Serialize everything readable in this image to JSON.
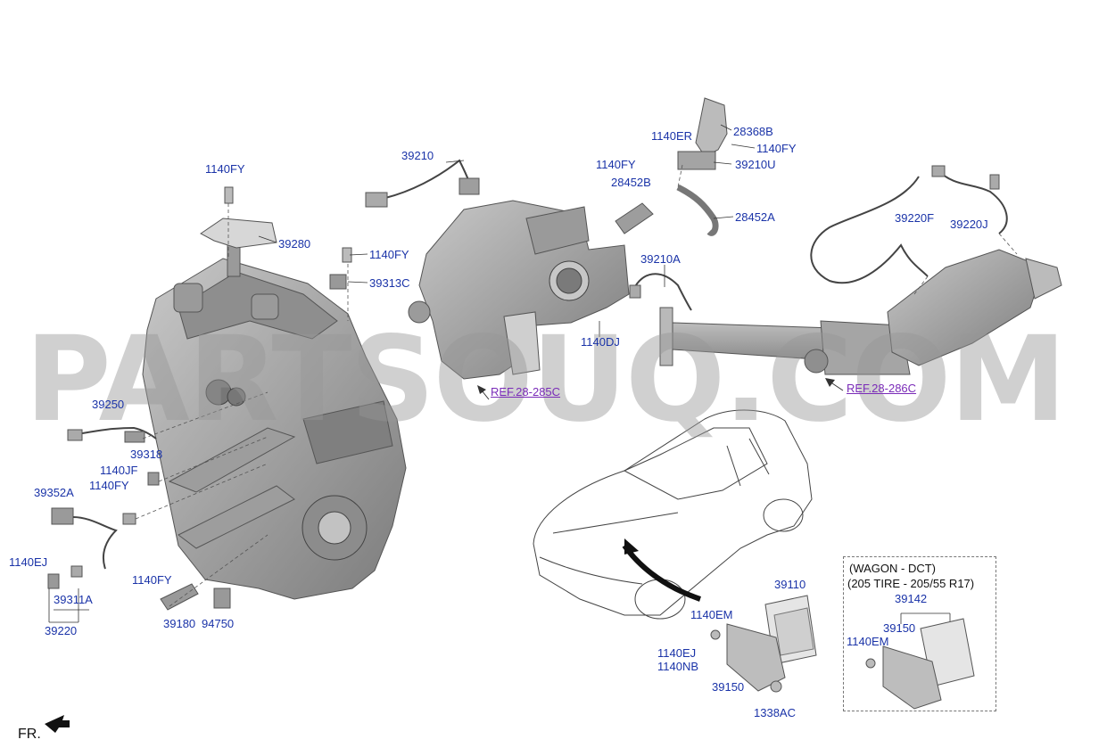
{
  "watermark": "PARTSOUQ.COM",
  "orientation": "FR.",
  "box_note": {
    "line1": "(WAGON - DCT)",
    "line2": "(205 TIRE - 205/55 R17)"
  },
  "refs": {
    "left": "REF.28-285C",
    "right": "REF.28-286C"
  },
  "labels": {
    "l_1140fy_top": "1140FY",
    "l_39280": "39280",
    "l_1140fy_mid": "1140FY",
    "l_39313c": "39313C",
    "l_39210": "39210",
    "l_1140er": "1140ER",
    "l_28368b": "28368B",
    "l_1140fy_r": "1140FY",
    "l_1140fy_l": "1140FY",
    "l_39210u": "39210U",
    "l_28452b": "28452B",
    "l_28452a": "28452A",
    "l_39220f": "39220F",
    "l_39220j": "39220J",
    "l_39210a": "39210A",
    "l_1140dj": "1140DJ",
    "l_39250": "39250",
    "l_39318": "39318",
    "l_1140jf": "1140JF",
    "l_1140fy_s": "1140FY",
    "l_39352a": "39352A",
    "l_1140ej": "1140EJ",
    "l_39311a": "39311A",
    "l_39220": "39220",
    "l_1140fy_b": "1140FY",
    "l_39180": "39180",
    "l_94750": "94750",
    "l_39110": "39110",
    "l_1140em": "1140EM",
    "l_1140ej_b": "1140EJ",
    "l_1140nb": "1140NB",
    "l_39150": "39150",
    "l_1338ac": "1338AC",
    "l_39142": "39142",
    "l_39150_w": "39150",
    "l_1140em_w": "1140EM"
  },
  "colors": {
    "label": "#1a33a8",
    "ref": "#7a2bb8",
    "part_fill": "#a9a9a9",
    "part_dark": "#6e6e6e",
    "line": "#333333"
  }
}
